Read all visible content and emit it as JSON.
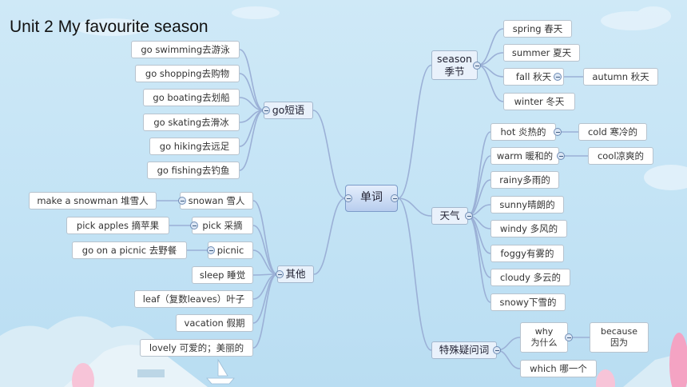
{
  "title": "Unit 2 My favourite season",
  "center": "单词",
  "branches": {
    "season": {
      "line1": "season",
      "line2": "季节"
    },
    "go": "go短语",
    "other": "其他",
    "weather": "天气",
    "question": "特殊疑问词"
  },
  "season_items": {
    "spring": "spring 春天",
    "summer": "summer 夏天",
    "fall": "fall 秋天",
    "autumn": "autumn 秋天",
    "winter": "winter  冬天"
  },
  "go_items": [
    "go swimming去游泳",
    "go shopping去购物",
    "go boating去划船",
    "go skating去滑冰",
    "go hiking去远足",
    "go fishing去钓鱼"
  ],
  "other_items": {
    "snowman": "snowan 雪人",
    "make_snowman": "make a snowman 堆雪人",
    "pick": "pick 采摘",
    "pick_apples": "pick apples  摘苹果",
    "picnic": "picnic",
    "go_picnic": "go on a picnic 去野餐",
    "sleep": "sleep 睡觉",
    "leaf": "leaf（复数leaves）叶子",
    "vacation": "vacation 假期",
    "lovely": "lovely 可爱的；美丽的"
  },
  "weather_items": {
    "hot": "hot 炎热的",
    "cold": "cold 寒冷的",
    "warm": "warm 暖和的",
    "cool": "cool凉爽的",
    "rainy": "rainy多雨的",
    "sunny": "sunny晴朗的",
    "windy": "windy 多风的",
    "foggy": "foggy有雾的",
    "cloudy": "cloudy 多云的",
    "snowy": "snowy下雪的"
  },
  "question_items": {
    "why": {
      "line1": "why",
      "line2": "为什么"
    },
    "because": {
      "line1": "because",
      "line2": "因为"
    },
    "which": "which 哪一个"
  },
  "colors": {
    "background": "#c9e6f6",
    "connector": "#9bb0d6",
    "node_border": "#b7c3ce",
    "center_fill": "#c9daf3"
  }
}
